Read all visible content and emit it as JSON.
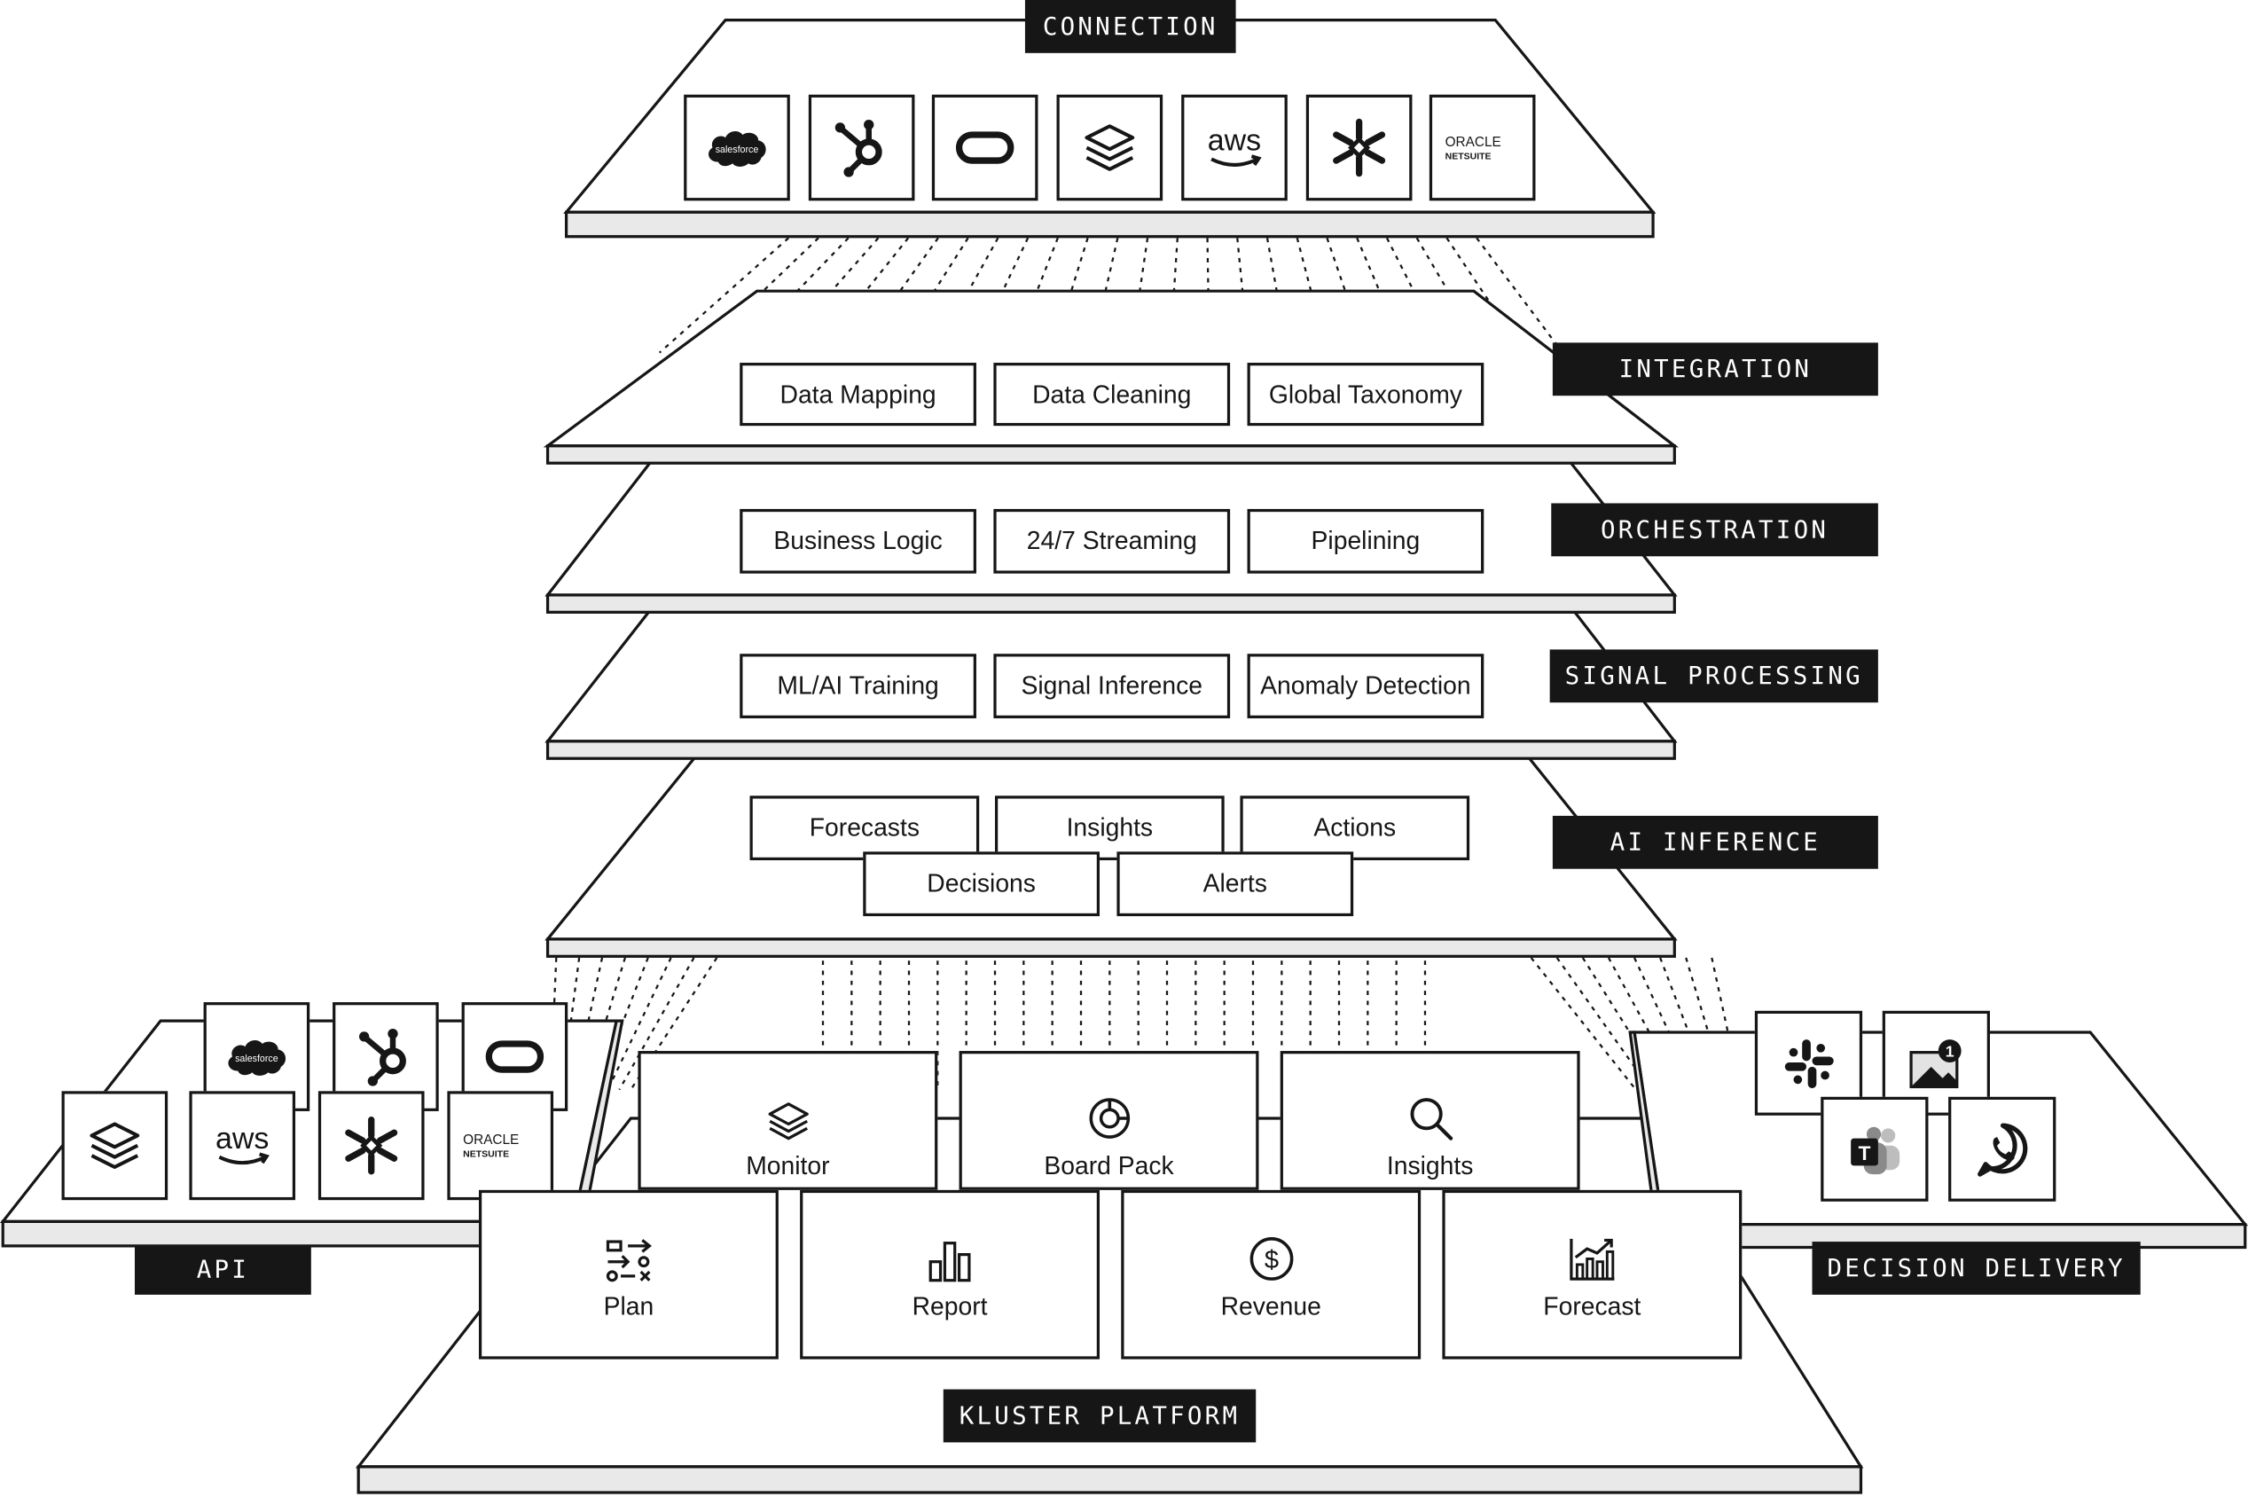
{
  "layers": {
    "connection": "CONNECTION",
    "integration": "INTEGRATION",
    "orchestration": "ORCHESTRATION",
    "signal_processing": "SIGNAL PROCESSING",
    "ai_inference": "AI INFERENCE",
    "api": "API",
    "decision_delivery": "DECISION DELIVERY",
    "platform": "KLUSTER PLATFORM"
  },
  "connectors": {
    "salesforce": "salesforce",
    "aws": "aws",
    "oracle_line1": "ORACLE",
    "oracle_line2": "NETSUITE"
  },
  "integration": [
    "Data Mapping",
    "Data Cleaning",
    "Global Taxonomy"
  ],
  "orchestration": [
    "Business Logic",
    "24/7 Streaming",
    "Pipelining"
  ],
  "signal_processing": [
    "ML/AI Training",
    "Signal Inference",
    "Anomaly Detection"
  ],
  "ai_inference": {
    "top": [
      "Forecasts",
      "Insights",
      "Actions"
    ],
    "bottom": [
      "Decisions",
      "Alerts"
    ]
  },
  "delivery": {
    "notification_count": "1"
  },
  "platform": {
    "back": [
      "Monitor",
      "Board Pack",
      "Insights"
    ],
    "front": [
      "Plan",
      "Report",
      "Revenue",
      "Forecast"
    ]
  }
}
